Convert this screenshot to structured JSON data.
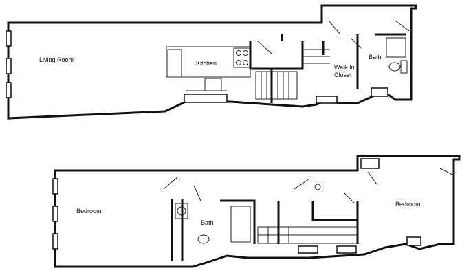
{
  "floors": [
    {
      "rooms": [
        {
          "id": "living-room",
          "label": "Living Room"
        },
        {
          "id": "kitchen",
          "label": "Kitchen"
        },
        {
          "id": "walk-in-closet",
          "label": "Walk In\nCloset"
        },
        {
          "id": "bath-upper",
          "label": "Bath"
        }
      ]
    },
    {
      "rooms": [
        {
          "id": "bedroom-left",
          "label": "Bedroom"
        },
        {
          "id": "bath-lower",
          "label": "Bath"
        },
        {
          "id": "bedroom-right",
          "label": "Bedroom"
        }
      ]
    }
  ]
}
